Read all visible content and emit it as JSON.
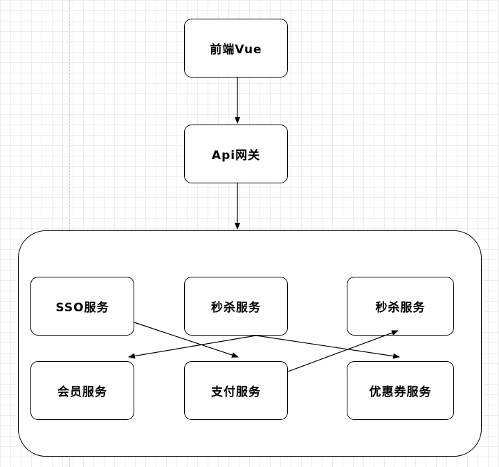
{
  "nodes": {
    "frontend": "前端Vue",
    "gateway": "Api网关",
    "sso": "SSO服务",
    "seckill_center": "秒杀服务",
    "seckill_right": "秒杀服务",
    "member": "会员服务",
    "payment": "支付服务",
    "coupon": "优惠券服务"
  }
}
